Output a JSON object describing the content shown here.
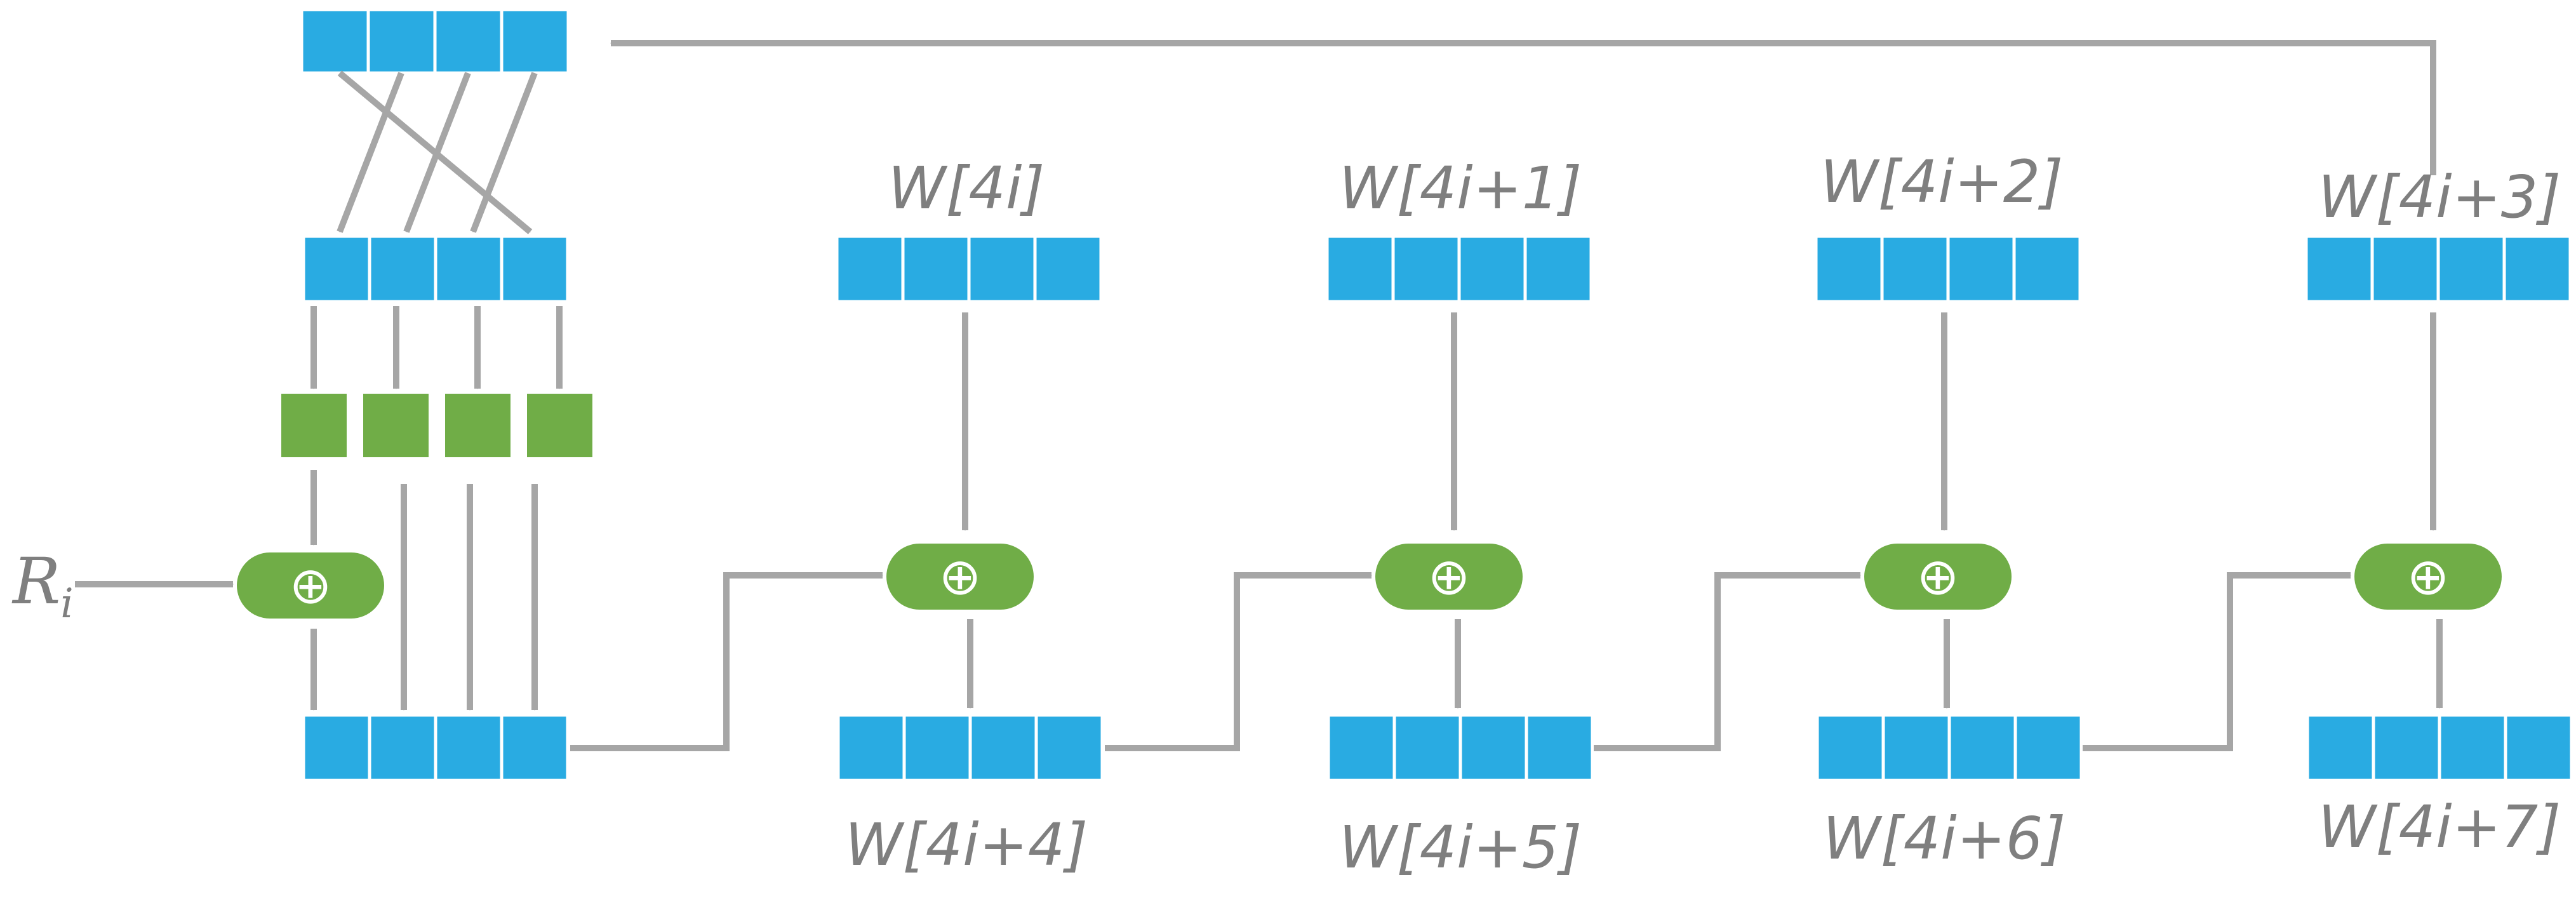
{
  "colors": {
    "word_cell": "#29abe2",
    "sbox_and_xor": "#70ad47",
    "arrow": "#a6a6a6",
    "label_text": "#7f7f7f"
  },
  "input": {
    "symbol": "R",
    "subscript": "i"
  },
  "xor_symbol": "⊕",
  "input_words": [
    "W[4i]",
    "W[4i+1]",
    "W[4i+2]",
    "W[4i+3]"
  ],
  "output_words": [
    "W[4i+4]",
    "W[4i+5]",
    "W[4i+6]",
    "W[4i+7]"
  ],
  "feedback": "W[4i+3] is rotated by one byte, substituted, and XORed with R_i"
}
